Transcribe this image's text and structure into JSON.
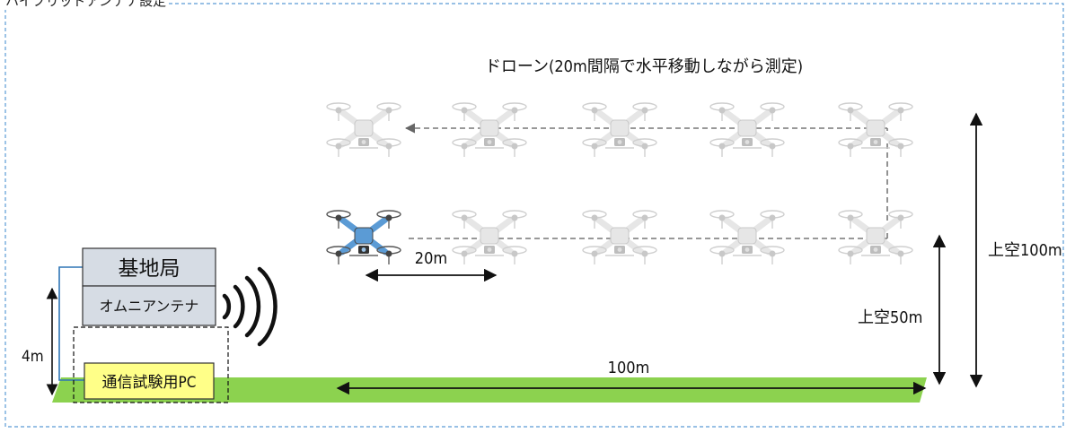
{
  "frame": {
    "title": "ハイブリッドアンテナ設定"
  },
  "drone_title": "ドローン(20m間隔で水平移動しながら測定)",
  "station": {
    "base_label": "基地局",
    "antenna_label": "オムニアンテナ",
    "pc_label": "通信試験用PC",
    "height_label": "4m"
  },
  "dimensions": {
    "spacing_label": "20m",
    "distance_label": "100m",
    "low_alt_label": "上空50m",
    "high_alt_label": "上空100m"
  },
  "colors": {
    "ground": "#8cd24f",
    "base_box": "#d6dce4",
    "pc_box": "#ffff88",
    "active_drone": "#5b9bd5",
    "ghost_drone": "#c8c8c8",
    "frame_border": "#5b9bd5",
    "wire": "#2e75b6"
  },
  "drones": {
    "active_count": 1,
    "ghost_count": 9
  }
}
